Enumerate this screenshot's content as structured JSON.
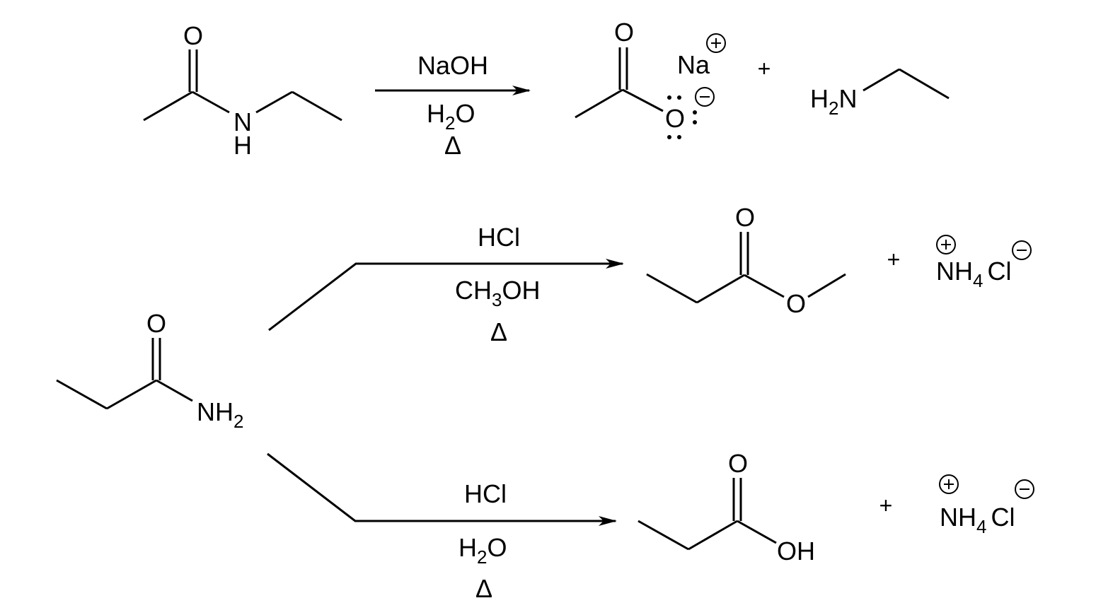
{
  "diagram": {
    "type": "reaction-scheme",
    "reactions": [
      {
        "id": "basic-hydrolysis",
        "reactant": {
          "name": "N-ethylacetamide",
          "atoms": {
            "carbonyl_O": "O",
            "amide_N": "N",
            "amide_H": "H"
          }
        },
        "reagents": {
          "above": "NaOH",
          "below_main": "H",
          "below_sub": "2",
          "below_tail": "O",
          "heat": "Δ"
        },
        "products": [
          {
            "name": "sodium acetate",
            "atoms": {
              "carbonyl_O": "O",
              "anion_O": "O",
              "counterion": "Na",
              "cation_charge": "+",
              "anion_charge": "−"
            }
          },
          {
            "name": "ethylamine",
            "label_main": "H",
            "label_sub": "2",
            "label_tail": "N"
          }
        ],
        "plus": "+"
      },
      {
        "id": "acidic-methanolysis",
        "reactant": {
          "name": "propanamide",
          "atoms": {
            "carbonyl_O": "O",
            "amine_main": "NH",
            "amine_sub": "2"
          }
        },
        "reagents": {
          "above": "HCl",
          "below_main": "CH",
          "below_sub": "3",
          "below_tail": "OH",
          "heat": "Δ"
        },
        "products": [
          {
            "name": "methyl propanoate",
            "atoms": {
              "carbonyl_O": "O",
              "ester_O": "O"
            }
          },
          {
            "name": "ammonium chloride",
            "nh_main": "NH",
            "nh_sub": "4",
            "cl": "Cl",
            "cation_charge": "+",
            "anion_charge": "−"
          }
        ],
        "plus": "+"
      },
      {
        "id": "acidic-hydrolysis",
        "reactant": {
          "name": "propanamide"
        },
        "reagents": {
          "above": "HCl",
          "below_main": "H",
          "below_sub": "2",
          "below_tail": "O",
          "heat": "Δ"
        },
        "products": [
          {
            "name": "propanoic acid",
            "atoms": {
              "carbonyl_O": "O",
              "hydroxyl": "OH"
            }
          },
          {
            "name": "ammonium chloride",
            "nh_main": "NH",
            "nh_sub": "4",
            "cl": "Cl",
            "cation_charge": "+",
            "anion_charge": "−"
          }
        ],
        "plus": "+"
      }
    ]
  },
  "colors": {
    "ink": "#000000",
    "background": "#ffffff"
  }
}
